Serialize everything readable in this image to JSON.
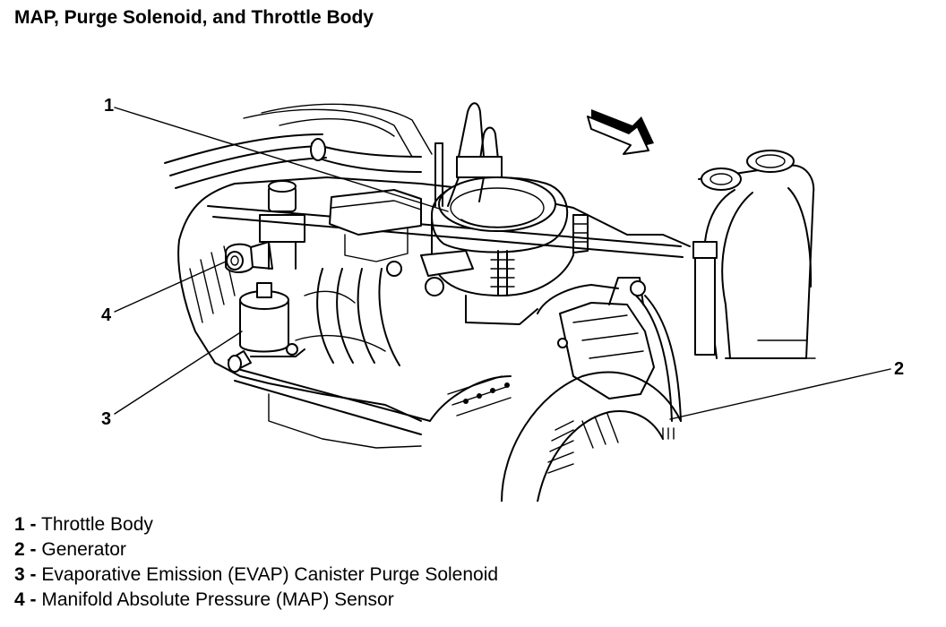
{
  "title": "MAP, Purge Solenoid, and Throttle Body",
  "callouts": [
    {
      "number": "1"
    },
    {
      "number": "2"
    },
    {
      "number": "3"
    },
    {
      "number": "4"
    }
  ],
  "legend": [
    {
      "number": "1",
      "separator": "-",
      "label": "Throttle Body"
    },
    {
      "number": "2",
      "separator": "-",
      "label": "Generator"
    },
    {
      "number": "3",
      "separator": "-",
      "label": "Evaporative Emission (EVAP) Canister Purge Solenoid"
    },
    {
      "number": "4",
      "separator": "-",
      "label": "Manifold Absolute Pressure (MAP) Sensor"
    }
  ]
}
